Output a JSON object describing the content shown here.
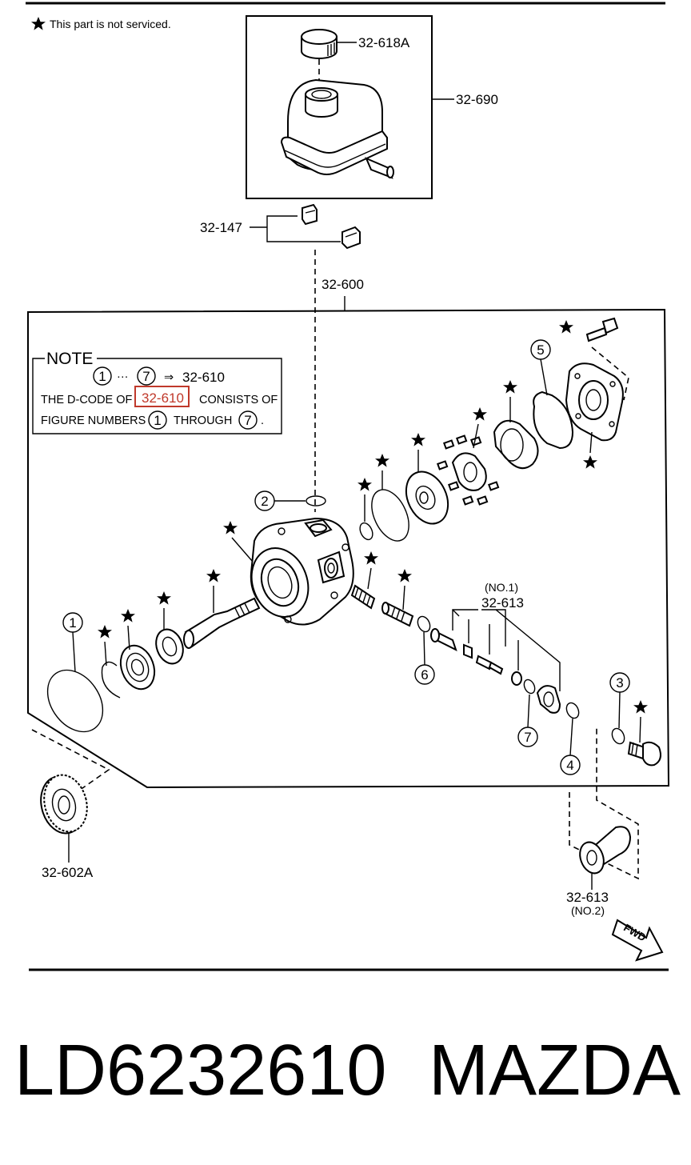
{
  "legend": {
    "text": "This part is not serviced."
  },
  "labels": {
    "cap": "32-618A",
    "reservoir": "32-690",
    "clamp": "32-147",
    "pump_assy": "32-600",
    "gear": "32-602A",
    "valve_no1_code": "32-613",
    "valve_no1_tag": "(NO.1)",
    "valve_no2_code": "32-613",
    "valve_no2_tag": "(NO.2)",
    "fwd": "FWD"
  },
  "note": {
    "title": "NOTE",
    "range_start": "1",
    "range_dots": "···",
    "range_end": "7",
    "arrow": "⇒",
    "range_target": "32-610",
    "line2_prefix": "THE D-CODE OF",
    "line2_code": "32-610",
    "line2_suffix": "CONSISTS OF",
    "line3_prefix": "FIGURE NUMBERS",
    "line3_from": "1",
    "line3_mid": "THROUGH",
    "line3_to": "7"
  },
  "callouts": [
    "1",
    "2",
    "3",
    "4",
    "5",
    "6",
    "7"
  ],
  "footer": {
    "part_number": "LD6232610",
    "brand": "MAZDA"
  },
  "colors": {
    "highlight": "#c0392b",
    "line": "#000000"
  }
}
